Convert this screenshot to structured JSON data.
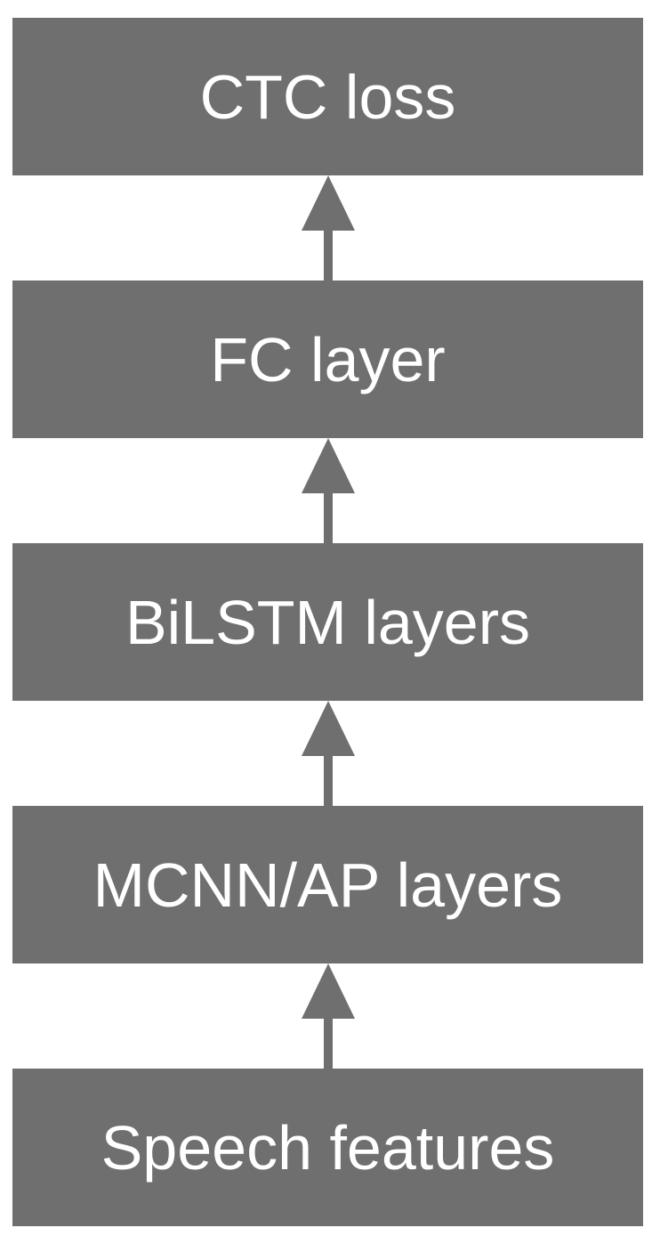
{
  "colors": {
    "background": "#ffffff",
    "box": "#6F6F6F",
    "arrow": "#6F6F6F",
    "label": "#ffffff"
  },
  "diagram": {
    "type": "flow-diagram",
    "direction": "bottom-to-top",
    "connector": "up-arrow",
    "nodes": [
      {
        "label": "CTC loss"
      },
      {
        "label": "FC layer"
      },
      {
        "label": "BiLSTM layers"
      },
      {
        "label": "MCNN/AP layers"
      },
      {
        "label": "Speech features"
      }
    ],
    "icons": {
      "up_arrow": "↑"
    }
  }
}
